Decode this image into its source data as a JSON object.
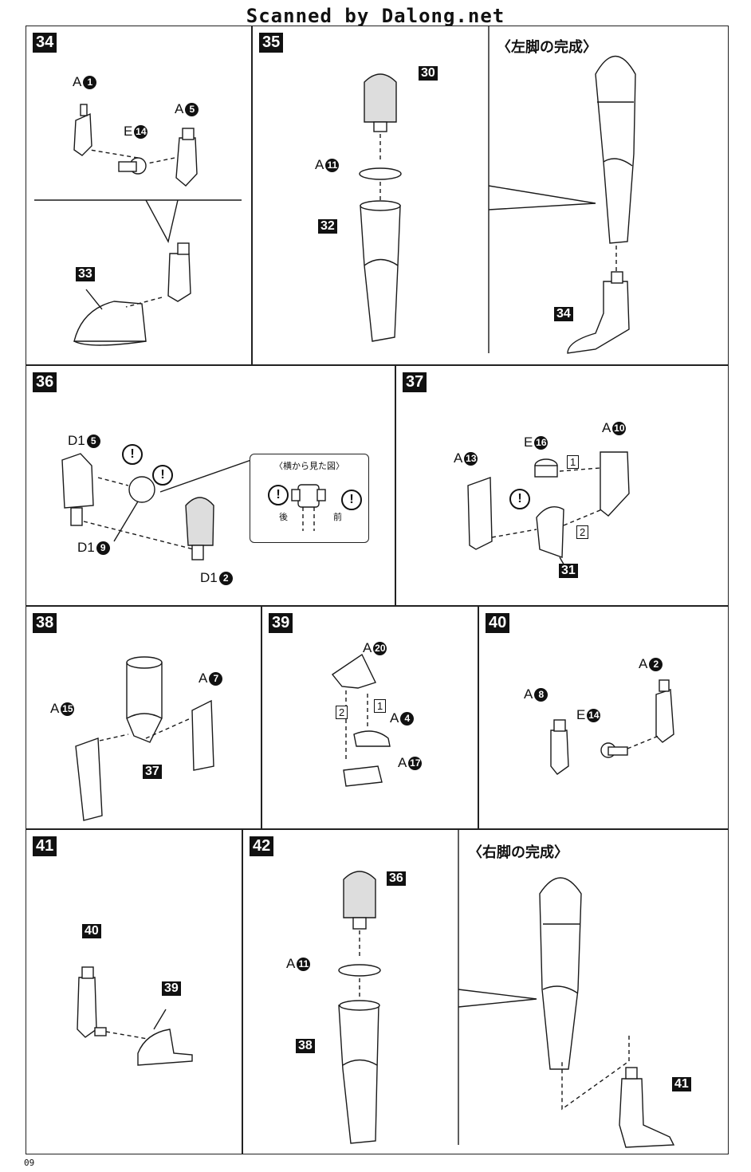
{
  "header": {
    "scanner_text": "Scanned by Dalong.net"
  },
  "page_number": "09",
  "steps": {
    "s34": {
      "number": "34",
      "labels": [
        "A",
        "1",
        "E",
        "14",
        "A",
        "5"
      ],
      "result": "33"
    },
    "s35": {
      "number": "35",
      "labels": [
        "A",
        "11"
      ],
      "parts": [
        "30",
        "32"
      ],
      "complete_title": "〈左脚の完成〉",
      "result": "34"
    },
    "s36": {
      "number": "36",
      "labels": [
        "D1",
        "5",
        "D1",
        "9",
        "D1",
        "2"
      ],
      "warn": "!",
      "callout": {
        "title": "〈横から見た図〉",
        "back": "後",
        "front": "前"
      }
    },
    "s37": {
      "number": "37",
      "labels": [
        "E",
        "16",
        "A",
        "10",
        "A",
        "13"
      ],
      "order1": "1",
      "order2": "2",
      "part": "31"
    },
    "s38": {
      "number": "38",
      "labels": [
        "A",
        "7",
        "A",
        "15"
      ],
      "part": "37"
    },
    "s39": {
      "number": "39",
      "labels": [
        "A",
        "20",
        "A",
        "4",
        "A",
        "17"
      ],
      "order1": "1",
      "order2": "2"
    },
    "s40": {
      "number": "40",
      "labels": [
        "A",
        "2",
        "A",
        "8",
        "E",
        "14"
      ]
    },
    "s41": {
      "number": "41",
      "parts": [
        "40",
        "39"
      ]
    },
    "s42": {
      "number": "42",
      "labels": [
        "A",
        "11"
      ],
      "parts": [
        "36",
        "38"
      ],
      "complete_title": "〈右脚の完成〉",
      "result": "41"
    }
  }
}
